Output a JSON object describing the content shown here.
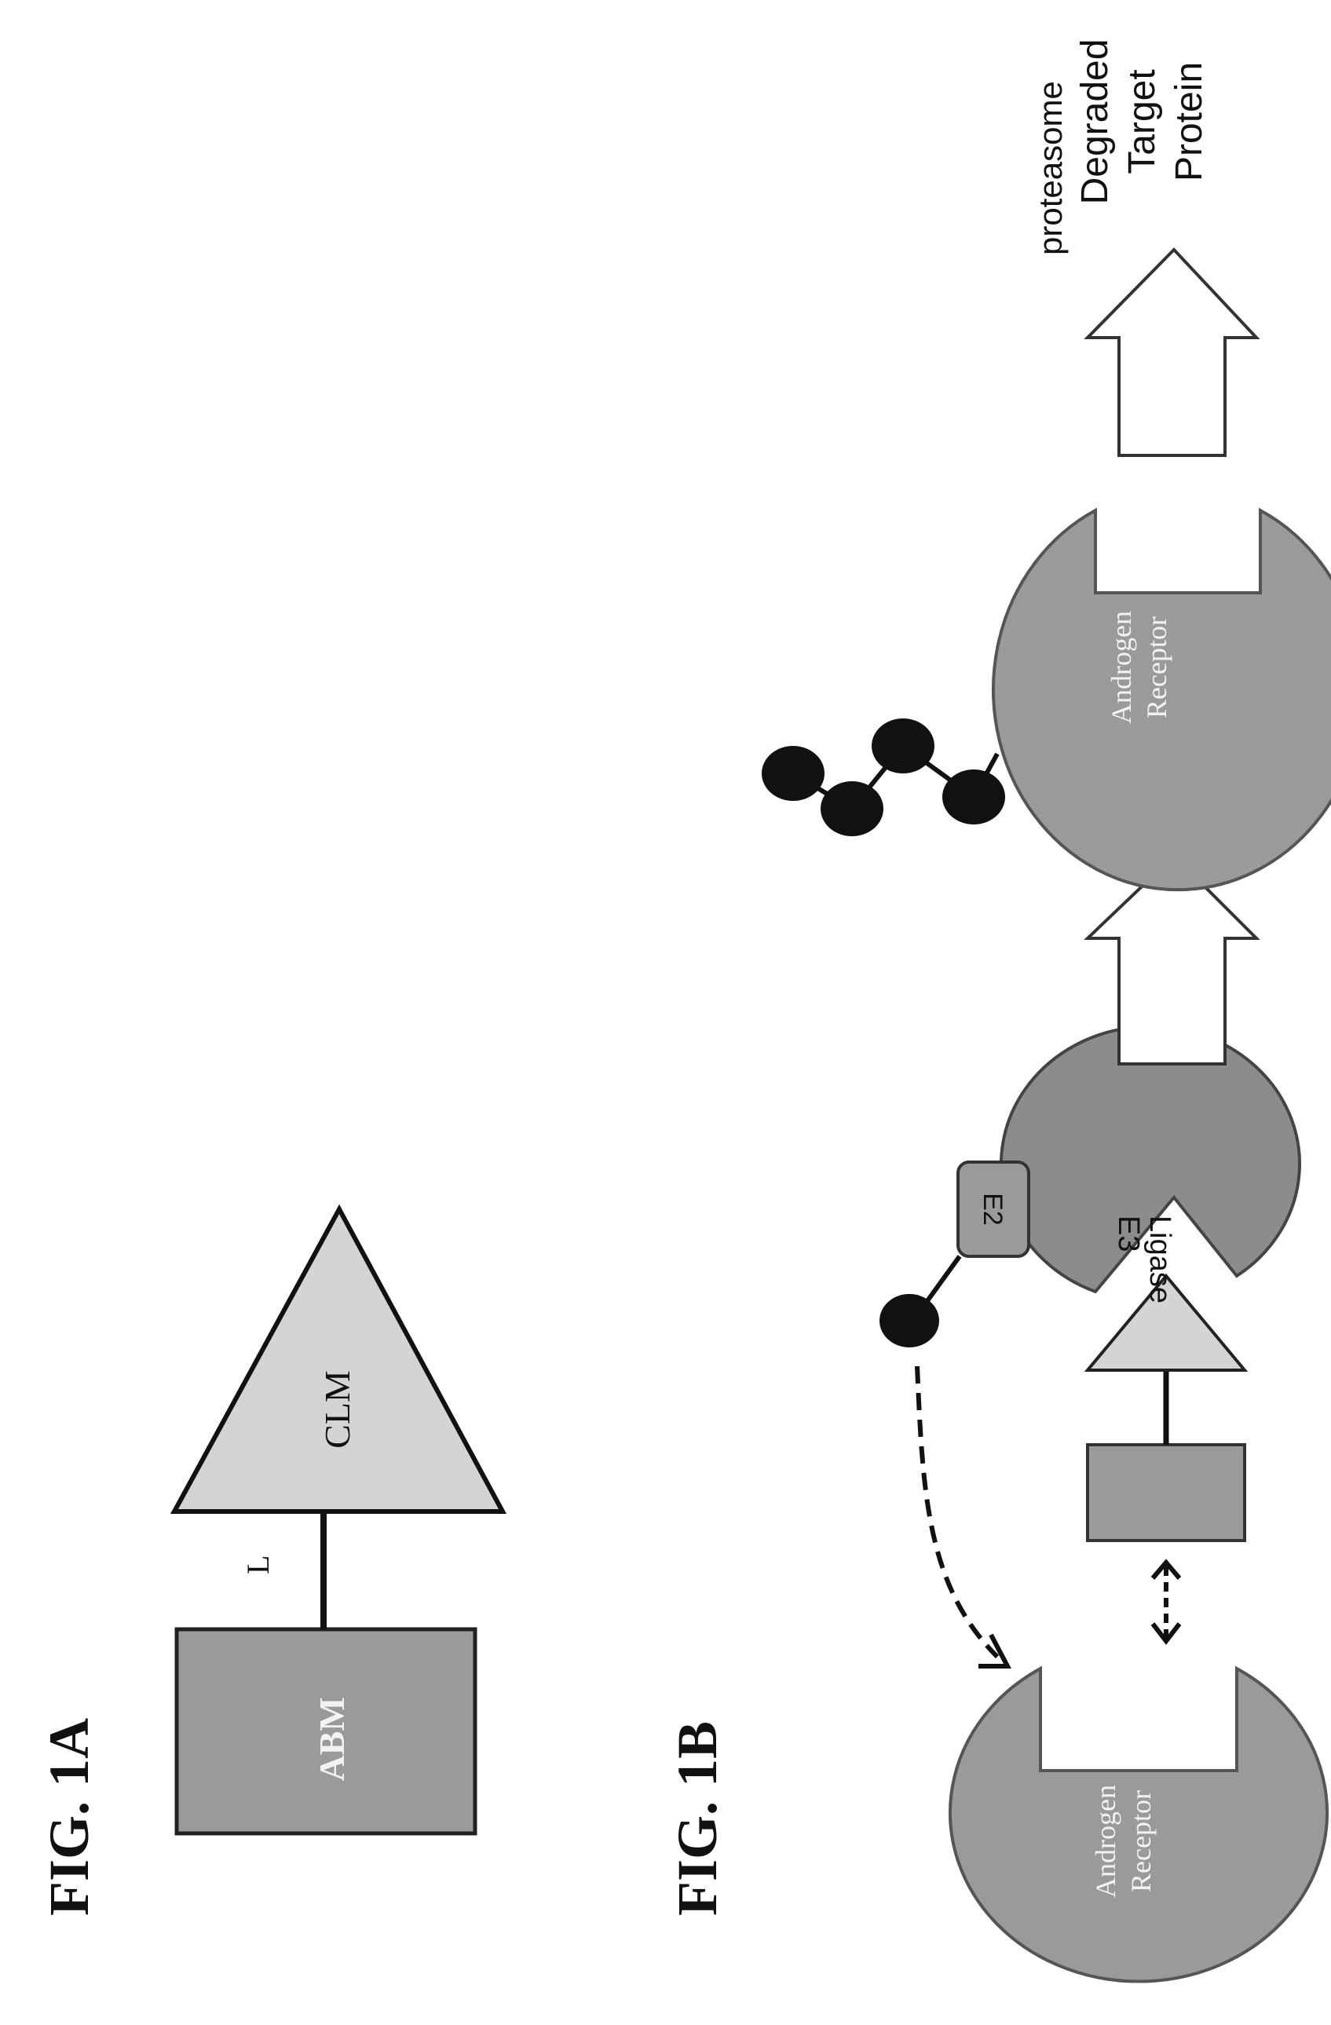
{
  "colors": {
    "background": "#ffffff",
    "ink": "#111111",
    "gray_box": "#9a9a9a",
    "dark_gray": "#8c8c8c",
    "light_gray": "#d4d4d4",
    "white_text": "#f2f2f2"
  },
  "fig1a": {
    "title": "FIG. 1A",
    "abm_label": "ABM",
    "linker_label": "L",
    "clm_label": "CLM"
  },
  "fig1b": {
    "title": "FIG. 1B",
    "receptor_left": {
      "line1": "Androgen",
      "line2": "Receptor"
    },
    "receptor_right": {
      "line1": "Androgen",
      "line2": "Receptor"
    },
    "e2_label": "E2",
    "e3": {
      "line1": "E3",
      "line2": "Ligase"
    },
    "proteasome_label": "proteasome",
    "degraded": {
      "line1": "Degraded",
      "line2": "Target",
      "line3": "Protein"
    }
  }
}
